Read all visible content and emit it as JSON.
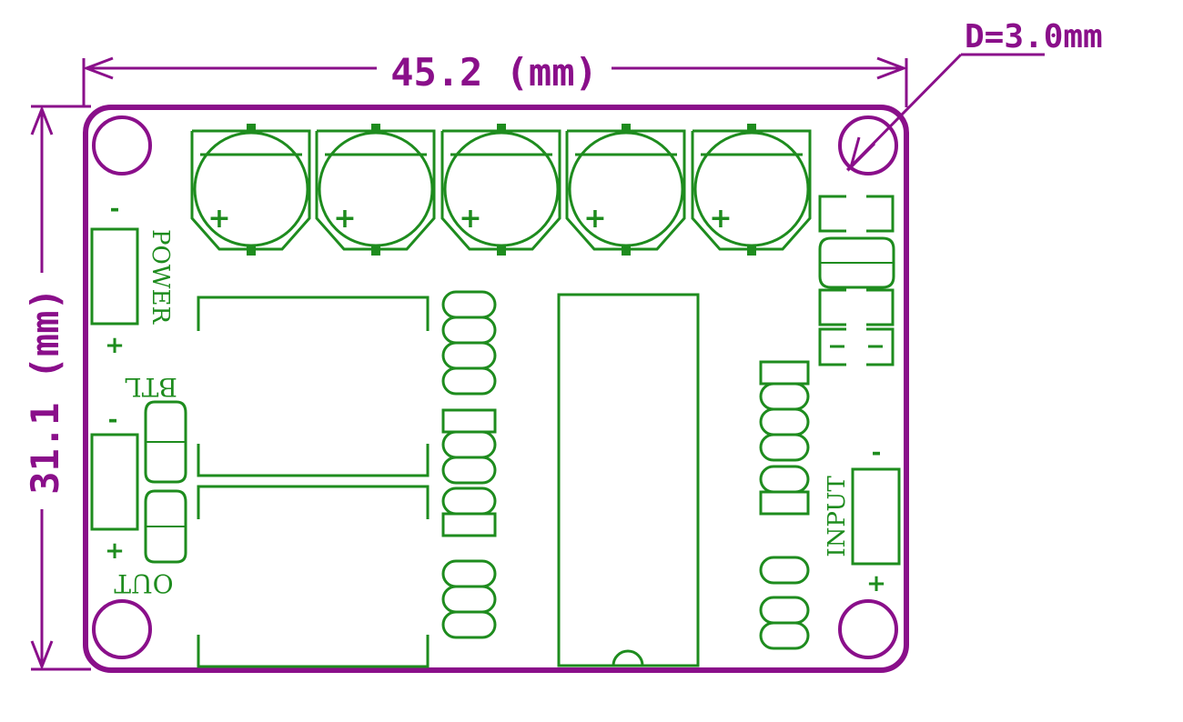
{
  "dimensions": {
    "width_label": "45.2 (mm)",
    "height_label": "31.1 (mm)",
    "hole_label": "D=3.0mm"
  },
  "labels": {
    "power": "POWER",
    "btl": "BTL",
    "out": "OUT",
    "input": "INPUT",
    "minus": "-",
    "plus": "+"
  },
  "colors": {
    "outline": "#8a0f8a",
    "silkscreen": "#1e8c1e"
  }
}
